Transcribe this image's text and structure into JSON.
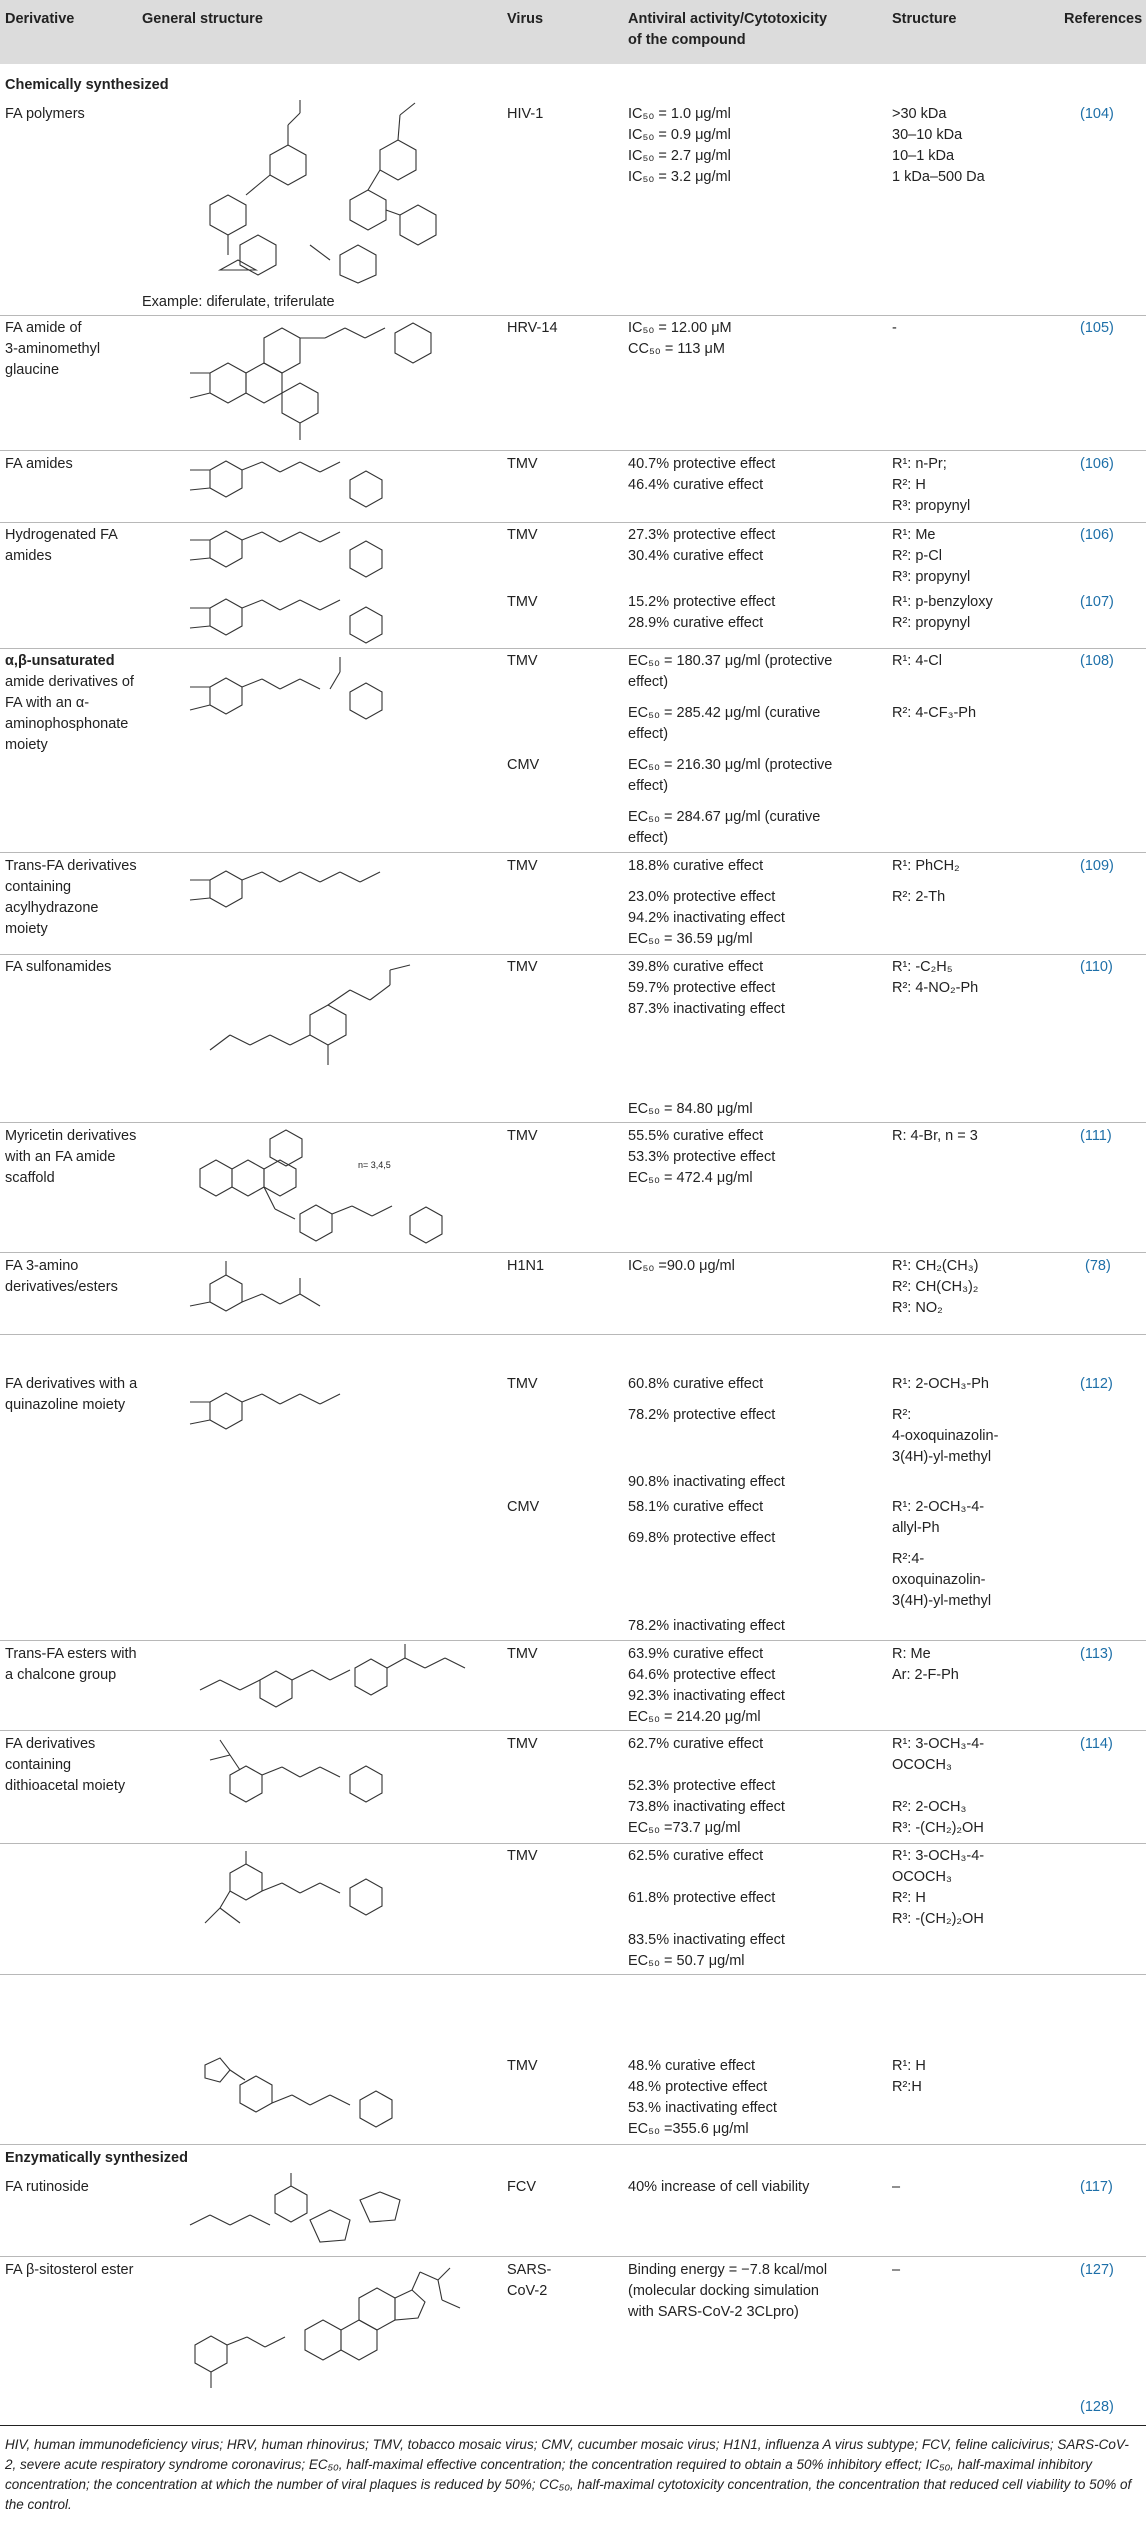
{
  "header": {
    "derivative": "Derivative",
    "general_structure": "General structure",
    "virus": "Virus",
    "activity_l1": "Antiviral activity/Cytotoxicity",
    "activity_l2": "of the compound",
    "structure": "Structure",
    "references": "References"
  },
  "sections": {
    "chem": "Chemically synthesized",
    "enz": "Enzymatically synthesized"
  },
  "rows": {
    "r1": {
      "d1": "FA polymers",
      "virus": "HIV-1",
      "a1": "IC₅₀ = 1.0 μg/ml",
      "a2": "IC₅₀ = 0.9 μg/ml",
      "a3": "IC₅₀ = 2.7 μg/ml",
      "a4": "IC₅₀ = 3.2 μg/ml",
      "s1": ">30 kDa",
      "s2": "30–10 kDa",
      "s3": "10–1 kDa",
      "s4": "1 kDa–500 Da",
      "ref": "(104)",
      "caption": "Example: diferulate, triferulate"
    },
    "r2": {
      "d1": "FA amide of",
      "d2": "3-aminomethyl",
      "d3": "glaucine",
      "virus": "HRV-14",
      "a1": "IC₅₀ = 12.00 μM",
      "a2": "CC₅₀ = 113 μM",
      "s1": "-",
      "ref": "(105)"
    },
    "r3": {
      "d1": "FA amides",
      "virus": "TMV",
      "a1": "40.7% protective effect",
      "a2": "46.4% curative effect",
      "s1": "R¹: n-Pr;",
      "s2": "R²: H",
      "s3": "R³: propynyl",
      "ref": "(106)"
    },
    "r4": {
      "d1": "Hydrogenated FA",
      "d2": "amides",
      "virus": "TMV",
      "a1": "27.3% protective effect",
      "a2": "30.4% curative effect",
      "s1": "R¹: Me",
      "s2": "R²: p-Cl",
      "s3": "R³: propynyl",
      "ref": "(106)"
    },
    "r5": {
      "virus": "TMV",
      "a1": "15.2% protective effect",
      "a2": "28.9% curative effect",
      "s1": "R¹: p-benzyloxy",
      "s2": "R²: propynyl",
      "ref": "(107)"
    },
    "r6": {
      "d1": "α,β-unsaturated",
      "d2": "amide derivatives of",
      "d3": "FA with an α-",
      "d4": "aminophosphonate",
      "d5": "moiety",
      "v1": "TMV",
      "v2": "CMV",
      "a1": "EC₅₀ = 180.37 μg/ml (protective",
      "a2": "effect)",
      "a3": "EC₅₀ = 285.42 μg/ml (curative",
      "a4": "effect)",
      "a5": "EC₅₀ = 216.30 μg/ml (protective",
      "a6": "effect)",
      "a7": "EC₅₀ = 284.67 μg/ml (curative",
      "a8": "effect)",
      "s1": "R¹: 4-Cl",
      "s2": "R²: 4-CF₃-Ph",
      "ref": "(108)"
    },
    "r7": {
      "d1": "Trans-FA derivatives",
      "d2": "containing",
      "d3": "acylhydrazone",
      "d4": "moiety",
      "virus": "TMV",
      "a1": "18.8% curative effect",
      "a2": "23.0% protective effect",
      "a3": "94.2% inactivating effect",
      "a4": "EC₅₀ = 36.59 μg/ml",
      "s1": "R¹: PhCH₂",
      "s2": "R²: 2-Th",
      "ref": "(109)"
    },
    "r8": {
      "d1": "FA sulfonamides",
      "virus": "TMV",
      "a1": "39.8% curative effect",
      "a2": "59.7% protective effect",
      "a3": "87.3% inactivating effect",
      "a4": "EC₅₀ = 84.80 μg/ml",
      "s1": "R¹: -C₂H₅",
      "s2": "R²: 4-NO₂-Ph",
      "ref": "(110)"
    },
    "r9": {
      "d1": "Myricetin derivatives",
      "d2": "with an FA amide",
      "d3": "scaffold",
      "virus": "TMV",
      "a1": "55.5% curative effect",
      "a2": "53.3% protective effect",
      "a3": "EC₅₀ = 472.4 μg/ml",
      "s1": "R: 4-Br, n = 3",
      "ref": "(111)"
    },
    "r10": {
      "d1": "FA 3-amino",
      "d2": "derivatives/esters",
      "virus": "H1N1",
      "a1": "IC₅₀ =90.0 μg/ml",
      "s1": "R¹: CH₂(CH₃)",
      "s2": "R²: CH(CH₃)₂",
      "s3": "R³: NO₂",
      "ref": "(78)"
    },
    "r11": {
      "d1": "FA derivatives with a",
      "d2": "quinazoline moiety",
      "v1": "TMV",
      "v2": "CMV",
      "a1": "60.8% curative effect",
      "a2": "78.2% protective effect",
      "a3": "90.8% inactivating effect",
      "a4": "58.1% curative effect",
      "a5": "69.8% protective effect",
      "a6": "78.2% inactivating effect",
      "s1": "R¹: 2-OCH₃-Ph",
      "s2": "R²:",
      "s3": "4-oxoquinazolin-",
      "s4": "3(4H)-yl-methyl",
      "s5": "R¹: 2-OCH₃-4-",
      "s6": "allyl-Ph",
      "s7": "R²:4-",
      "s8": "oxoquinazolin-",
      "s9": "3(4H)-yl-methyl",
      "ref": "(112)"
    },
    "r12": {
      "d1": "Trans-FA esters with",
      "d2": "a chalcone group",
      "virus": "TMV",
      "a1": "63.9% curative effect",
      "a2": "64.6% protective effect",
      "a3": "92.3% inactivating effect",
      "a4": "EC₅₀ = 214.20 μg/ml",
      "s1": "R: Me",
      "s2": "Ar: 2-F-Ph",
      "ref": "(113)"
    },
    "r13": {
      "d1": "FA derivatives",
      "d2": "containing",
      "d3": "dithioacetal moiety",
      "virus": "TMV",
      "a1": "62.7% curative effect",
      "a2": "52.3% protective effect",
      "a3": "73.8% inactivating effect",
      "a4": "EC₅₀ =73.7 μg/ml",
      "s1": "R¹: 3-OCH₃-4-",
      "s2": "OCOCH₃",
      "s3": "R²: 2-OCH₃",
      "s4": "R³: -(CH₂)₂OH",
      "ref": "(114)"
    },
    "r14": {
      "virus": "TMV",
      "a1": "62.5% curative effect",
      "a2": "61.8% protective effect",
      "a3": "83.5% inactivating effect",
      "a4": "EC₅₀ = 50.7 μg/ml",
      "s1": "R¹: 3-OCH₃-4-",
      "s2": "OCOCH₃",
      "s3": "R²: H",
      "s4": "R³: -(CH₂)₂OH"
    },
    "r15": {
      "virus": "TMV",
      "a1": "48.% curative effect",
      "a2": "48.% protective effect",
      "a3": "53.% inactivating effect",
      "a4": "EC₅₀ =355.6 μg/ml",
      "s1": "R¹: H",
      "s2": "R²:H"
    },
    "r16": {
      "d1": "FA rutinoside",
      "virus": "FCV",
      "a1": "40% increase of cell viability",
      "s1": "–",
      "ref": "(117)"
    },
    "r17": {
      "d1": "FA β-sitosterol ester",
      "v1": "SARS-",
      "v2": "CoV-2",
      "a1": "Binding energy = −7.8 kcal/mol",
      "a2": "(molecular docking simulation",
      "a3": "with SARS-CoV-2 3CLpro)",
      "s1": "–",
      "ref1": "(127)",
      "ref2": "(128)"
    }
  },
  "mol_labels": {
    "r9_n": "n= 3,4,5"
  },
  "footnote": "HIV, human immunodeficiency virus; HRV, human rhinovirus; TMV, tobacco mosaic virus; CMV, cucumber mosaic virus; H1N1, influenza A virus subtype; FCV, feline calicivirus; SARS-CoV-2, severe acute respiratory syndrome coronavirus; EC₅₀, half-maximal effective concentration; the concentration required to obtain a 50% inhibitory effect; IC₅₀, half-maximal inhibitory concentration; the concentration at which the number of viral plaques is reduced by 50%; CC₅₀, half-maximal cytotoxicity concentration, the concentration that reduced cell viability to 50% of the control."
}
